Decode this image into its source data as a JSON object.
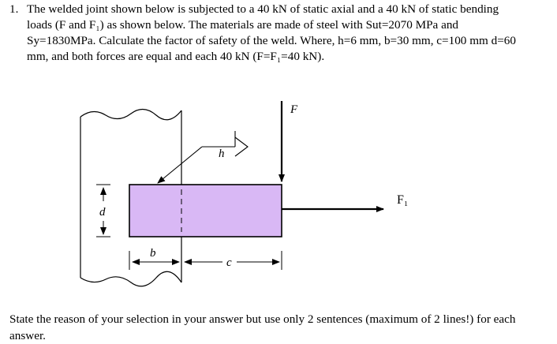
{
  "problem": {
    "number": "1.",
    "lines": [
      "The welded joint shown below is subjected to a 40 kN of static axial and a 40 kN of static bending",
      "loads (F and F₁) as shown below. The materials are  made of   steel with Sut=2070 MPa and",
      "Sy=1830MPa. Calculate the factor of safety of the weld. Where, h=6 mm, b=30 mm, c=100 mm d=60",
      "mm, and both forces are equal and each 40 kN (F=F₁=40 kN)."
    ]
  },
  "figure": {
    "labels": {
      "force_F": "F",
      "force_F1": "F₁",
      "weld_size": "h",
      "dim_b": "b",
      "dim_c": "c",
      "dim_d": "d"
    },
    "colors": {
      "plate_fill": "#d9b8f5",
      "stroke": "#000000"
    }
  },
  "footer": {
    "text": "State the reason of your selection in your answer but use only  2 sentences (maximum of 2 lines!)  for each answer."
  }
}
